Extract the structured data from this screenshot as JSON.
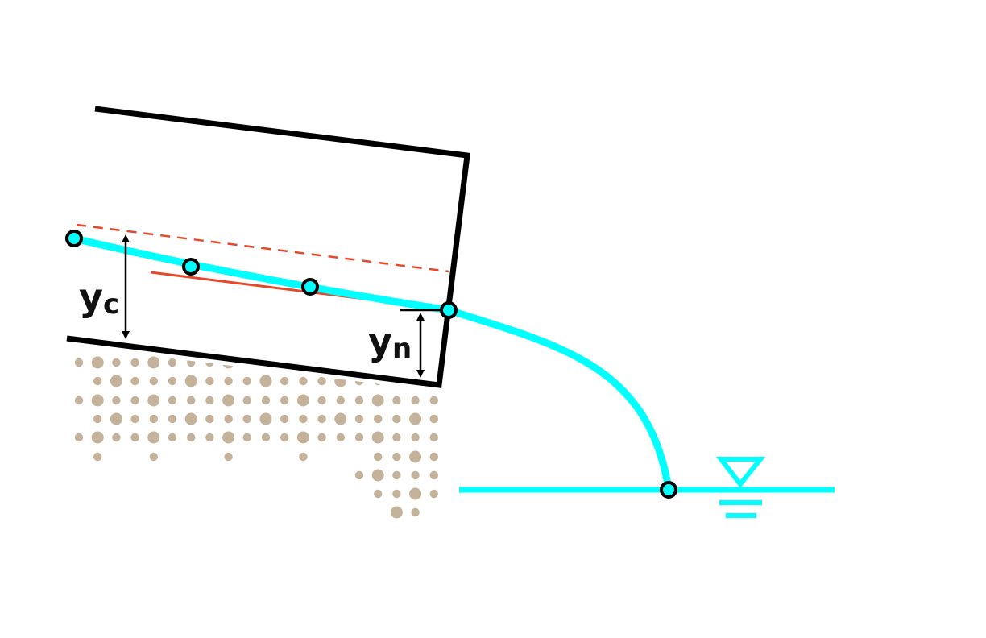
{
  "labels": {
    "critical_depth": {
      "main": "y",
      "sub": "c"
    },
    "normal_depth": {
      "main": "y",
      "sub": "n"
    }
  },
  "colors": {
    "water": "#00FFFF",
    "channel": "#000000",
    "energy_line": "#E8482A",
    "soil": "#C4B29A"
  },
  "icons": [
    "water-surface-symbol"
  ]
}
